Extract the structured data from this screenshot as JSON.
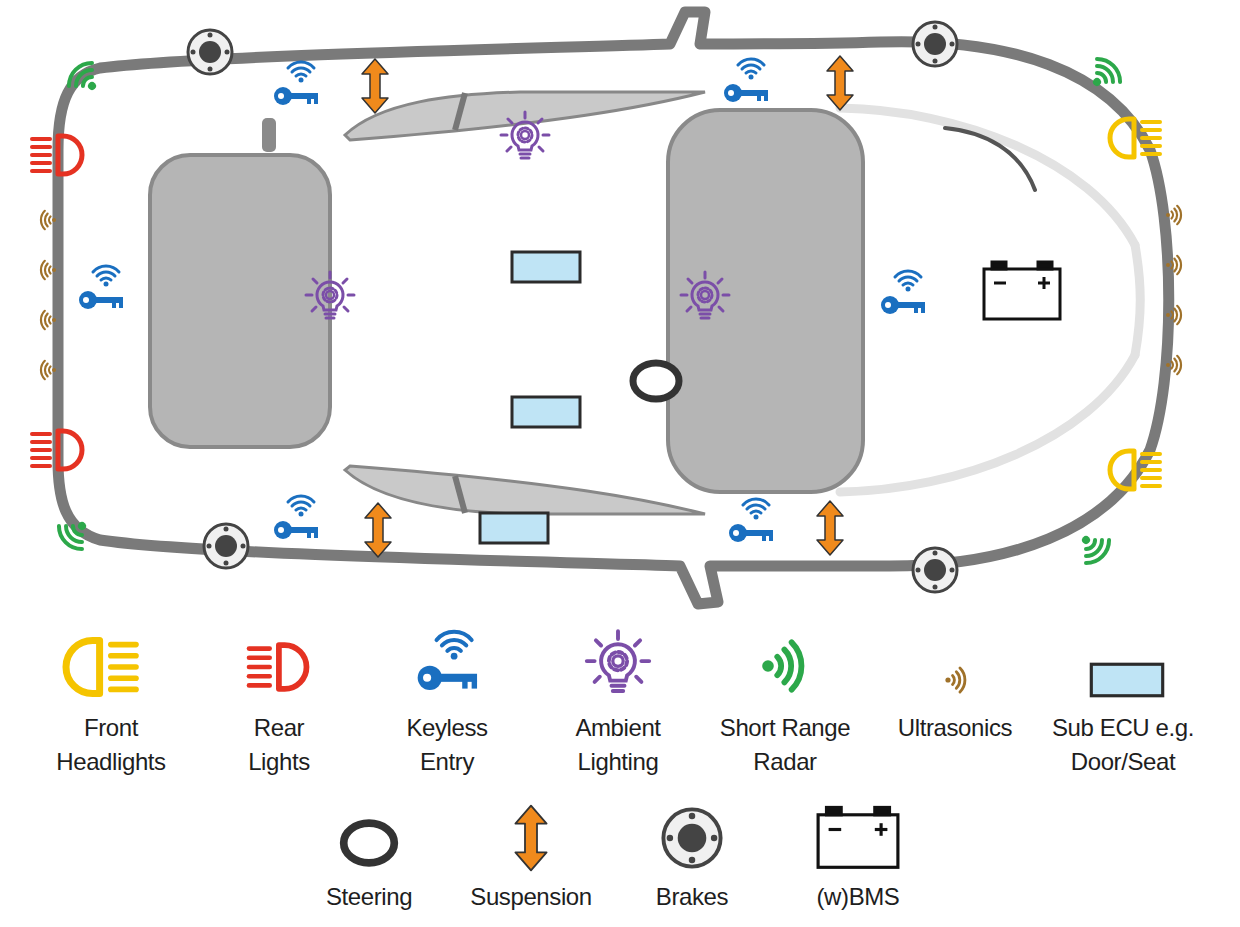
{
  "diagram": {
    "legend": [
      {
        "text": "Front Headlights"
      },
      {
        "text": "Rear Lights"
      },
      {
        "text": "Keyless Entry"
      },
      {
        "text": "Ambient Lighting"
      },
      {
        "text": "Short Range Radar"
      },
      {
        "text": "Ultrasonics"
      },
      {
        "text": "Sub ECU e.g. Door/Seat"
      },
      {
        "text": "Steering"
      },
      {
        "text": "Suspension"
      },
      {
        "text": "Brakes"
      },
      {
        "text": "(w)BMS"
      }
    ]
  }
}
